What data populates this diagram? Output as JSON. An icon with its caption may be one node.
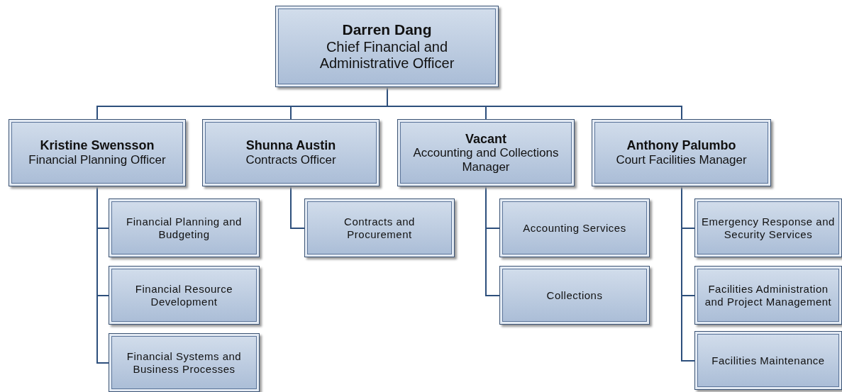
{
  "diagram": {
    "nodes": [
      {
        "text": [
          "Darren Dang",
          "Chief Financial and Administrative Officer"
        ]
      },
      {
        "text": [
          "Kristine Swensson",
          "Financial Planning Officer"
        ]
      },
      {
        "text": [
          "Financial Planning and Budgeting"
        ]
      },
      {
        "text": [
          "Financial Resource Development"
        ]
      },
      {
        "text": [
          "Financial Systems and Business Processes"
        ]
      },
      {
        "text": [
          "Shunna Austin",
          "Contracts Officer"
        ]
      },
      {
        "text": [
          "Contracts and Procurement"
        ]
      },
      {
        "text": [
          "Vacant",
          "Accounting and Collections Manager"
        ]
      },
      {
        "text": [
          "Accounting Services"
        ]
      },
      {
        "text": [
          "Collections"
        ]
      },
      {
        "text": [
          "Anthony Palumbo",
          "Court Facilities Manager"
        ]
      },
      {
        "text": [
          "Emergency Response and Security Services"
        ]
      },
      {
        "text": [
          "Facilities Administration and Project Management"
        ]
      },
      {
        "text": [
          "Facilities Maintenance"
        ]
      }
    ],
    "edges": [
      {
        "from": 0,
        "to": 1,
        "arrow": "none"
      },
      {
        "from": 0,
        "to": 5,
        "arrow": "none"
      },
      {
        "from": 0,
        "to": 7,
        "arrow": "none"
      },
      {
        "from": 0,
        "to": 10,
        "arrow": "none"
      },
      {
        "from": 1,
        "to": 2,
        "arrow": "none"
      },
      {
        "from": 1,
        "to": 3,
        "arrow": "none"
      },
      {
        "from": 1,
        "to": 4,
        "arrow": "none"
      },
      {
        "from": 5,
        "to": 6,
        "arrow": "none"
      },
      {
        "from": 7,
        "to": 8,
        "arrow": "none"
      },
      {
        "from": 7,
        "to": 9,
        "arrow": "none"
      },
      {
        "from": 10,
        "to": 11,
        "arrow": "none"
      },
      {
        "from": 10,
        "to": 12,
        "arrow": "none"
      },
      {
        "from": 10,
        "to": 13,
        "arrow": "none"
      }
    ]
  }
}
